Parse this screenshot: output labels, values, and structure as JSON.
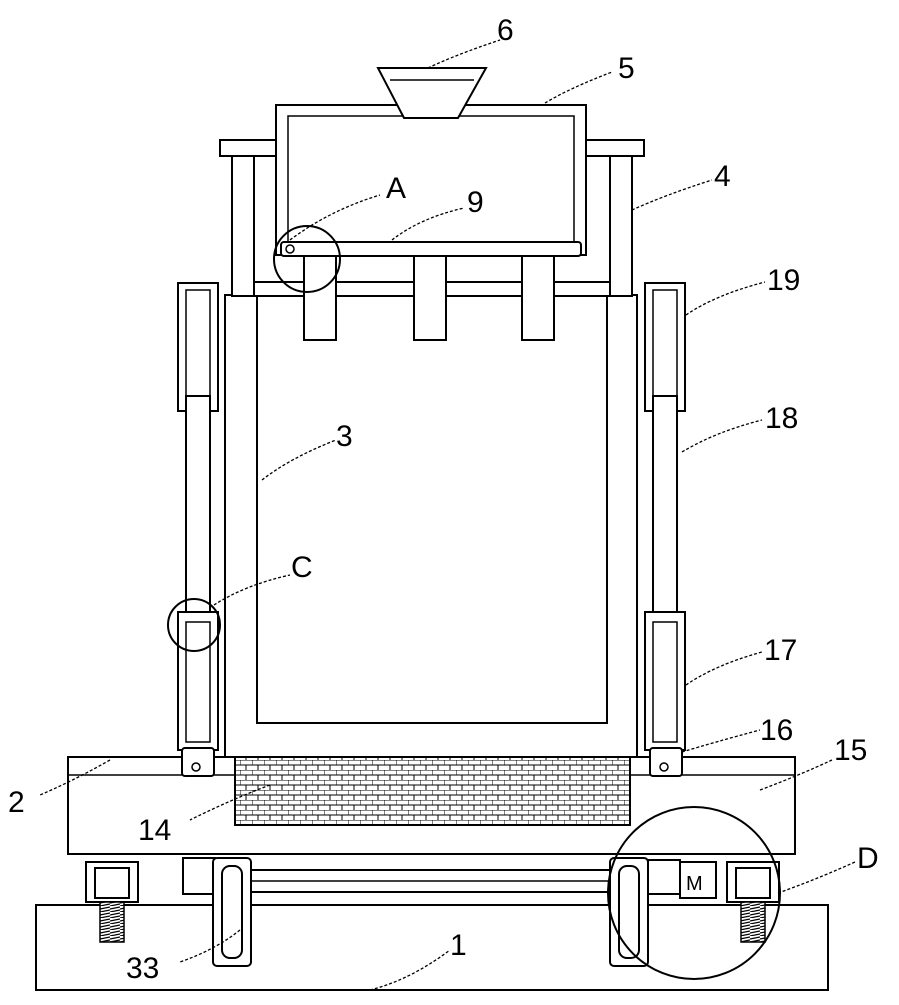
{
  "labels": {
    "l6": "6",
    "l5": "5",
    "l4": "4",
    "lA": "A",
    "l9": "9",
    "l19": "19",
    "l18": "18",
    "l3": "3",
    "lC": "C",
    "l17": "17",
    "l16": "16",
    "l15": "15",
    "l2": "2",
    "l14": "14",
    "lD": "D",
    "l33": "33",
    "l1": "1"
  },
  "motor_label": "M"
}
